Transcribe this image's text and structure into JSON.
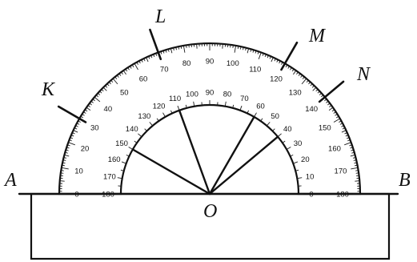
{
  "points": {
    "A": "A",
    "B": "B",
    "O": "O",
    "K": "K",
    "L": "L",
    "M": "M",
    "N": "N"
  },
  "rays": [
    {
      "name": "K",
      "outer_reading": 30,
      "inner_reading": 150
    },
    {
      "name": "L",
      "outer_reading": 70,
      "inner_reading": 110
    },
    {
      "name": "M",
      "outer_reading": 120,
      "inner_reading": 60
    },
    {
      "name": "N",
      "outer_reading": 140,
      "inner_reading": 40
    }
  ],
  "scale": {
    "outer_labels": [
      "0",
      "10",
      "20",
      "30",
      "40",
      "50",
      "60",
      "70",
      "80",
      "90",
      "100",
      "110",
      "120",
      "130",
      "140",
      "150",
      "160",
      "170",
      "180"
    ],
    "inner_labels": [
      "180",
      "170",
      "160",
      "150",
      "140",
      "130",
      "120",
      "110",
      "100",
      "90",
      "80",
      "70",
      "60",
      "50",
      "40",
      "30",
      "20",
      "10",
      "0"
    ]
  },
  "colors": {
    "protractor_light": "#eef3fb",
    "protractor_dark": "#8fb0dc",
    "base_light": "#eaf0fa",
    "base_dark": "#b7cbe8",
    "ink": "#111111"
  }
}
